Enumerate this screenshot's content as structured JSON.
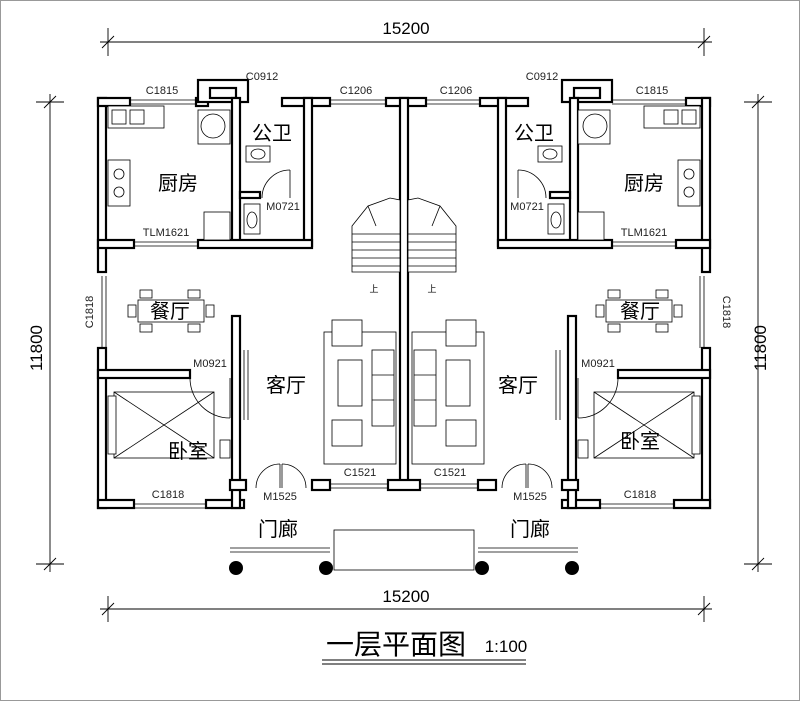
{
  "title": "一层平面图",
  "scale": "1:100",
  "dimensions": {
    "width_top": "15200",
    "width_bottom": "15200",
    "depth_left": "11800",
    "depth_right": "11800"
  },
  "rooms": {
    "kitchen_left": "厨房",
    "kitchen_right": "厨房",
    "toilet_left": "公卫",
    "toilet_right": "公卫",
    "dining_left": "餐厅",
    "dining_right": "餐厅",
    "living_left": "客厅",
    "living_right": "客厅",
    "bedroom_left": "卧室",
    "bedroom_right": "卧室",
    "porch_left": "门廊",
    "porch_right": "门廊"
  },
  "codes": {
    "c1815_left": "C1815",
    "c0912_left": "C0912",
    "c1206_left": "C1206",
    "c1206_right": "C1206",
    "c0912_right": "C0912",
    "c1815_right": "C1815",
    "m0721_left": "M0721",
    "m0721_right": "M0721",
    "tlm1621_left": "TLM1621",
    "tlm1621_right": "TLM1621",
    "c1818_side_left": "C1818",
    "c1818_side_right": "C1818",
    "m0921_left": "M0921",
    "m0921_right": "M0921",
    "c1521_left": "C1521",
    "c1521_right": "C1521",
    "c1818_bottom_left": "C1818",
    "c1818_bottom_right": "C1818",
    "m1525_left": "M1525",
    "m1525_right": "M1525"
  },
  "stair_up_left": "上",
  "stair_up_right": "上"
}
